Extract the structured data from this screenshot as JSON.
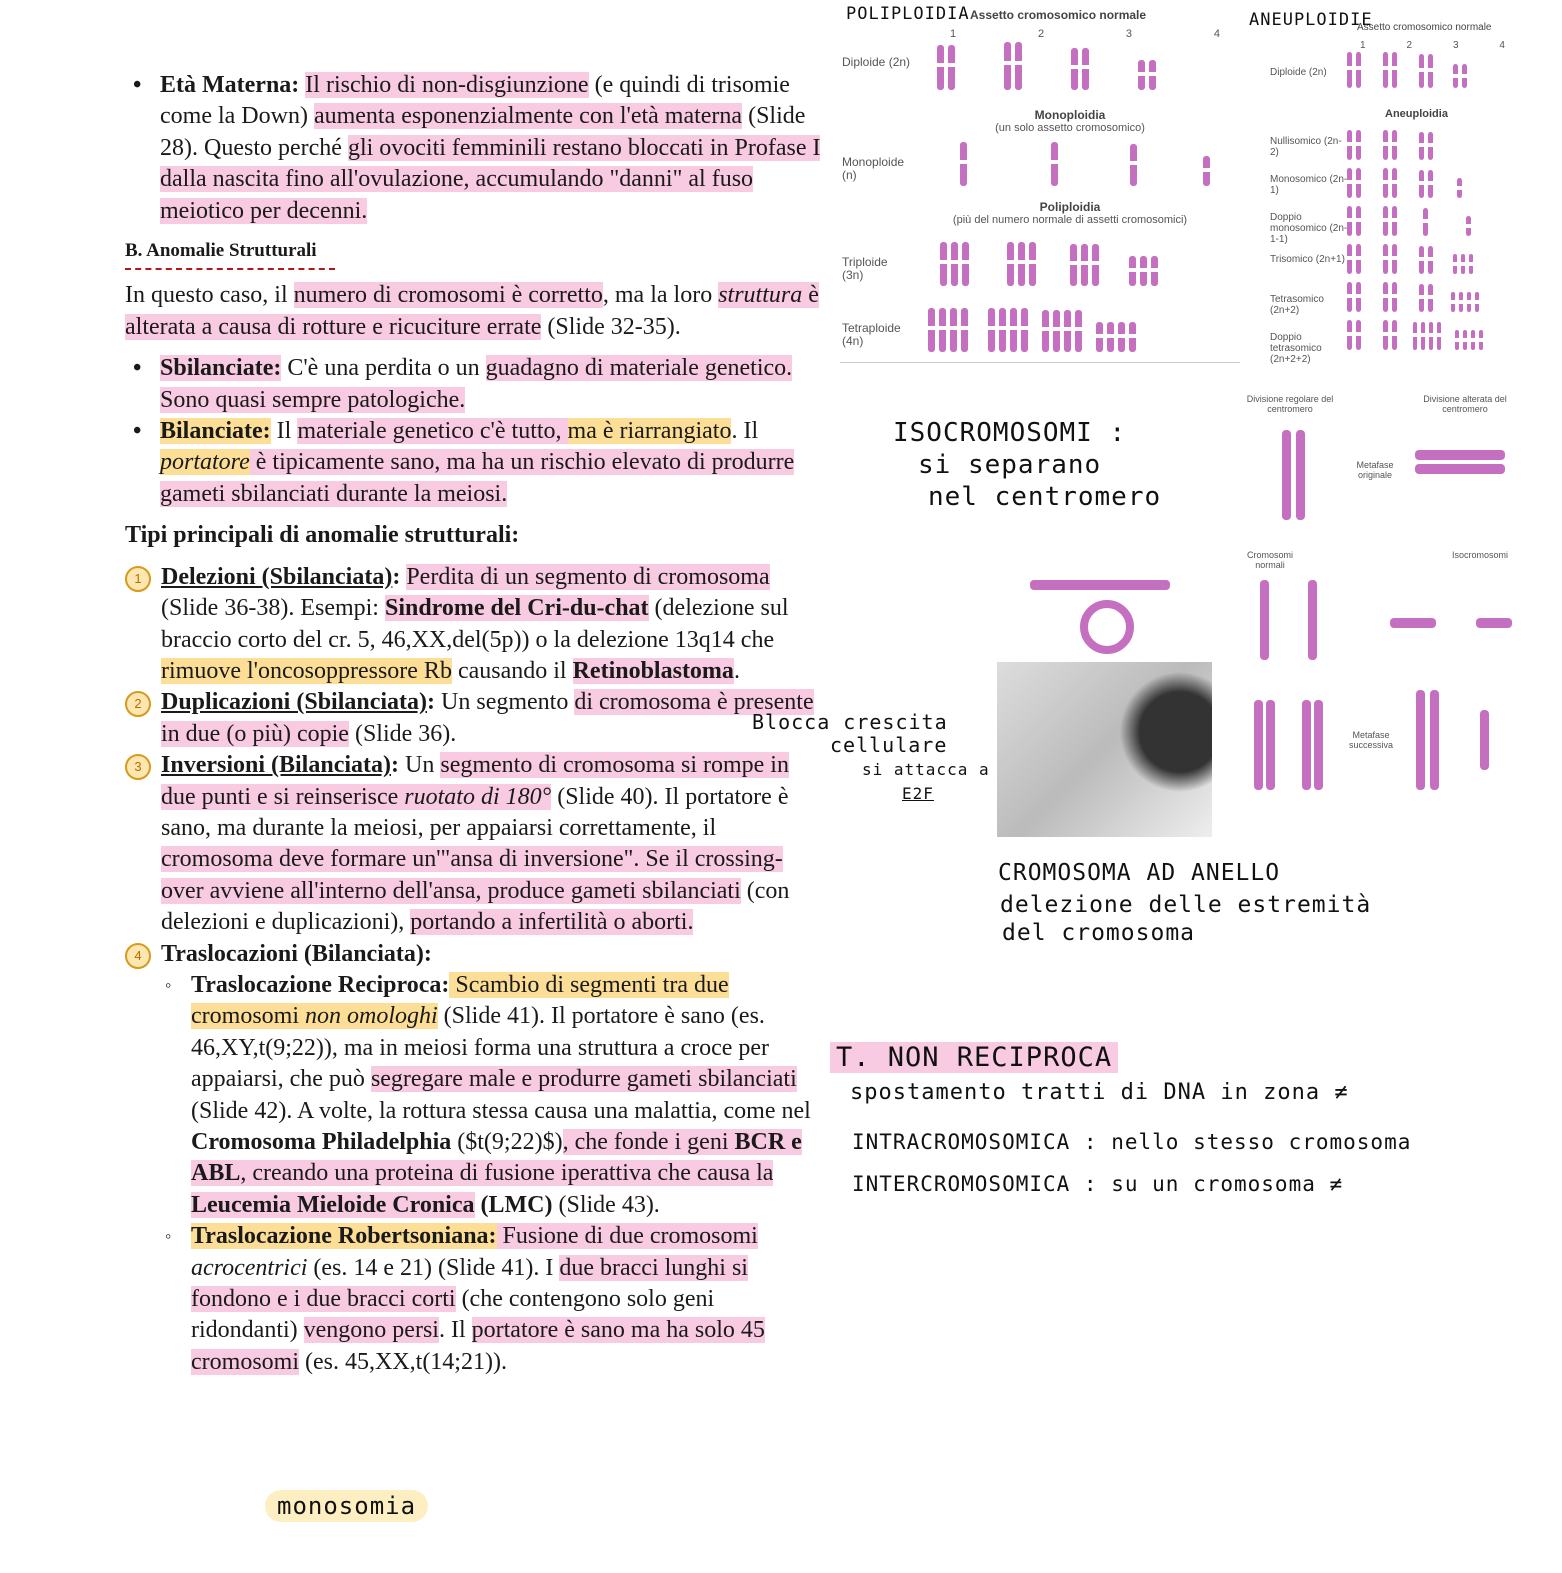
{
  "doc": {
    "eta": {
      "label": "Età Materna:",
      "t1": "Il rischio di non-disgiunzione",
      "t2": " (e quindi di trisomie come la Down) ",
      "t3": "aumenta esponenzialmente con l'età materna",
      "t4": " (Slide 28). Questo perché ",
      "t5": "gli ovociti femminili restano bloccati in Profase I dalla nascita fino all'ovulazione, accumulando \"danni\" al fuso meiotico per decenni."
    },
    "sectionB": "B. Anomalie Strutturali",
    "intro": {
      "t1": "In questo caso, il ",
      "t2": "numero di cromosomi è corretto",
      "t3": ", ma la loro ",
      "t4": "struttura",
      "t5": " è alterata a causa di rotture e ricuciture errate",
      "t6": " (Slide 32-35)."
    },
    "sbil": {
      "label": "Sbilanciate:",
      "t1": " C'è una perdita o un ",
      "t2": "guadagno di materiale genetico. Sono quasi sempre patologiche."
    },
    "bil": {
      "label": "Bilanciate:",
      "t1": " Il ",
      "t2": "materiale genetico c'è tutto, ",
      "t3": "ma è riarrangiato",
      "t4": ". Il ",
      "t5": "portatore",
      "t6": " è tipicamente sano, ma ha un rischio elevato di produrre gameti sbilanciati durante la meiosi."
    },
    "tipiHeading": "Tipi principali di anomalie strutturali:",
    "items": {
      "del": {
        "n": "1",
        "label": "Delezioni (Sbilanciata)",
        "colon": ": ",
        "t1": "Perdita di un segmento di cromosoma",
        "t2": " (Slide 36-38). Esempi: ",
        "b1": "Sindrome del Cri-du-chat",
        "t3": " (delezione sul braccio corto del cr. 5, 46,XX,del(5p)) o la delezione 13q14 che ",
        "t4": "rimuove l'oncosoppressore Rb",
        "t5": " causando il ",
        "b2": "Retinoblastoma",
        "t6": "."
      },
      "dup": {
        "n": "2",
        "label": "Duplicazioni (Sbilanciata)",
        "colon": ": ",
        "t1": "Un segmento ",
        "t2": "di cromosoma è presente in due (o più) copie",
        "t3": " (Slide 36)."
      },
      "inv": {
        "n": "3",
        "label": "Inversioni (Bilanciata)",
        "colon": ": ",
        "t1": "Un ",
        "t2": "segmento di cromosoma si rompe in due punti e si reinserisce ",
        "i1": "ruotato di 180°",
        "t3": " (Slide 40). Il portatore è sano, ma durante la meiosi, per appaiarsi correttamente, il ",
        "t4": "cromosoma deve formare un'\"ansa di inversione\". Se il crossing-over avviene all'interno dell'ansa, produce gameti sbilanciati",
        "t5": " (con delezioni e duplicazioni), ",
        "t6": "portando a infertilità o aborti."
      },
      "tra": {
        "n": "4",
        "label": "Traslocazioni (Bilanciata)",
        "colon": ":"
      }
    },
    "reciproca": {
      "label": "Traslocazione Reciproca:",
      "t1": " Scambio di segmenti tra due cromosomi ",
      "i1": "non omologhi",
      "t2": " (Slide 41). Il portatore è sano (es. 46,XY,t(9;22)), ma in meiosi forma una struttura a croce per appaiarsi, che può ",
      "t3": "segregare male e produrre gameti sbilanciati",
      "t4": " (Slide 42). A volte, la rottura stessa causa una malattia, come nel ",
      "b1": "Cromosoma Philadelphia",
      "t5": " ($t(9;22)$)",
      "t6": ", che fonde i geni ",
      "b2": "BCR e ABL",
      "t7": ", creando una proteina di fusione iperattiva che causa la ",
      "b3": "Leucemia Mieloide Cronica",
      "t8": " (LMC)",
      "t9": " (Slide 43)."
    },
    "robert": {
      "label": "Traslocazione Robertsoniana:",
      "t1": " Fusione di due cromosomi ",
      "i1": "acrocentrici",
      "t2": " (es. 14 e 21) (Slide 41). I ",
      "t3": "due bracci lunghi si fondono e i due bracci corti",
      "t4": " (che contengono solo geni ridondanti) ",
      "t5": "vengono persi",
      "t6": ". Il ",
      "t7": "portatore è sano ma ha solo 45 cromosomi",
      "t8": " (es. 45,XX,t(14;21))."
    }
  },
  "fig1": {
    "hand": "POLIPLOIDIA",
    "title": "Assetto cromosomico normale",
    "nums": [
      "1",
      "2",
      "3",
      "4"
    ],
    "rows": [
      "Diploide (2n)",
      "Monoploide (n)",
      "Triploide (3n)",
      "Tetraploide (4n)"
    ],
    "mono_title": "Monoploidia",
    "mono_sub": "(un solo assetto cromosomico)",
    "poli_title": "Poliploidia",
    "poli_sub": "(più del numero normale di assetti cromosomici)"
  },
  "fig2": {
    "hand": "ANEUPLOIDIE",
    "title": "Assetto cromosomico normale",
    "nums": [
      "1",
      "2",
      "3",
      "4"
    ],
    "diploide": "Diploide (2n)",
    "aneu_title": "Aneuploidia",
    "rows": [
      "Nullisomico (2n-2)",
      "Monosomico (2n-1)",
      "Doppio monosomico (2n-1-1)",
      "Trisomico (2n+1)",
      "Tetrasomico (2n+2)",
      "Doppio tetrasomico (2n+2+2)"
    ]
  },
  "fig3": {
    "lbl_regolare": "Divisione regolare del centromero",
    "lbl_alterata": "Divisione alterata del centromero",
    "lbl_metafase": "Metafase originale",
    "lbl_normali": "Cromosomi normali",
    "lbl_iso": "Isocromosomi",
    "lbl_succ": "Metafase successiva"
  },
  "notes": {
    "iso1": "ISOCROMOSOMI :",
    "iso2": "si separano",
    "iso3": "nel centromero",
    "blocca1": "Blocca crescita",
    "blocca2": "cellulare",
    "blocca3": "si attacca a",
    "blocca4": "E2F",
    "anello1": "CROMOSOMA AD ANELLO",
    "anello2": "delezione delle estremità",
    "anello3": "del cromosoma",
    "tnr1": "T. NON RECIPROCA",
    "tnr2": "spostamento tratti di DNA in zona ≠",
    "tnr3": "INTRACROMOSOMICA : nello stesso cromosoma",
    "tnr4": "INTERCROMOSOMICA : su un cromosoma ≠",
    "monosomia": "monosomia"
  }
}
